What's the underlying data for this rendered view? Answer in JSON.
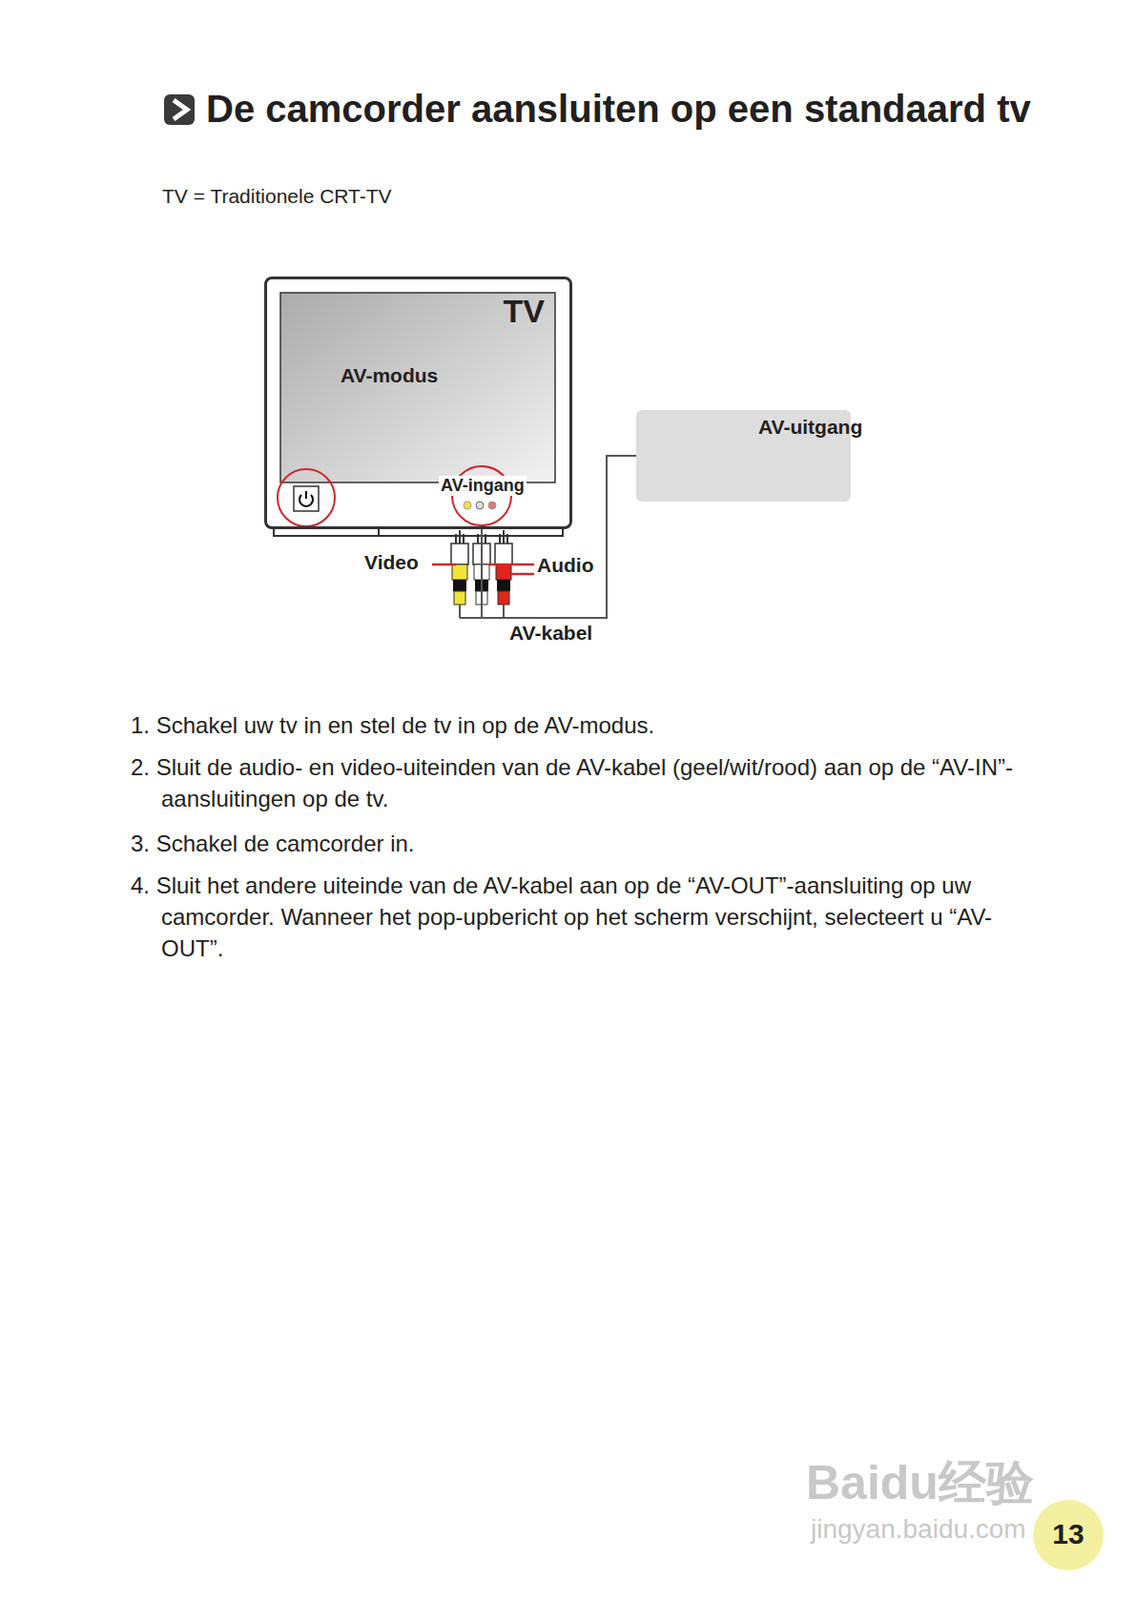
{
  "diagram": {
    "title": "De camcorder aansluiten op een standaard tv",
    "nodes": [
      {
        "text": [
          "TV",
          "AV-modus",
          "AV-ingang"
        ]
      },
      {
        "text": [
          "AV-uitgang"
        ]
      },
      {
        "text": [
          "13"
        ]
      }
    ],
    "edges": [
      {
        "from": 0,
        "to": 1,
        "arrow": "none",
        "label": "AV-kabel"
      }
    ],
    "labels": [
      "TV = Traditionele CRT-TV",
      "Video",
      "Audio",
      "1. Schakel uw tv in en stel de tv in op de AV-modus.",
      "2. Sluit de audio- en video-uiteinden van de AV-kabel (geel/wit/rood) aan op de “AV-IN”-aansluitingen op de tv.",
      "3. Schakel de camcorder in.",
      "4. Sluit het andere uiteinde van de AV-kabel aan op de “AV-OUT”-aansluiting op uw camcorder. Wanneer het pop-upbericht op het scherm verschijnt, selecteert u “AV-OUT”.",
      "Baidu经验",
      "jingyan.baidu.com"
    ]
  }
}
